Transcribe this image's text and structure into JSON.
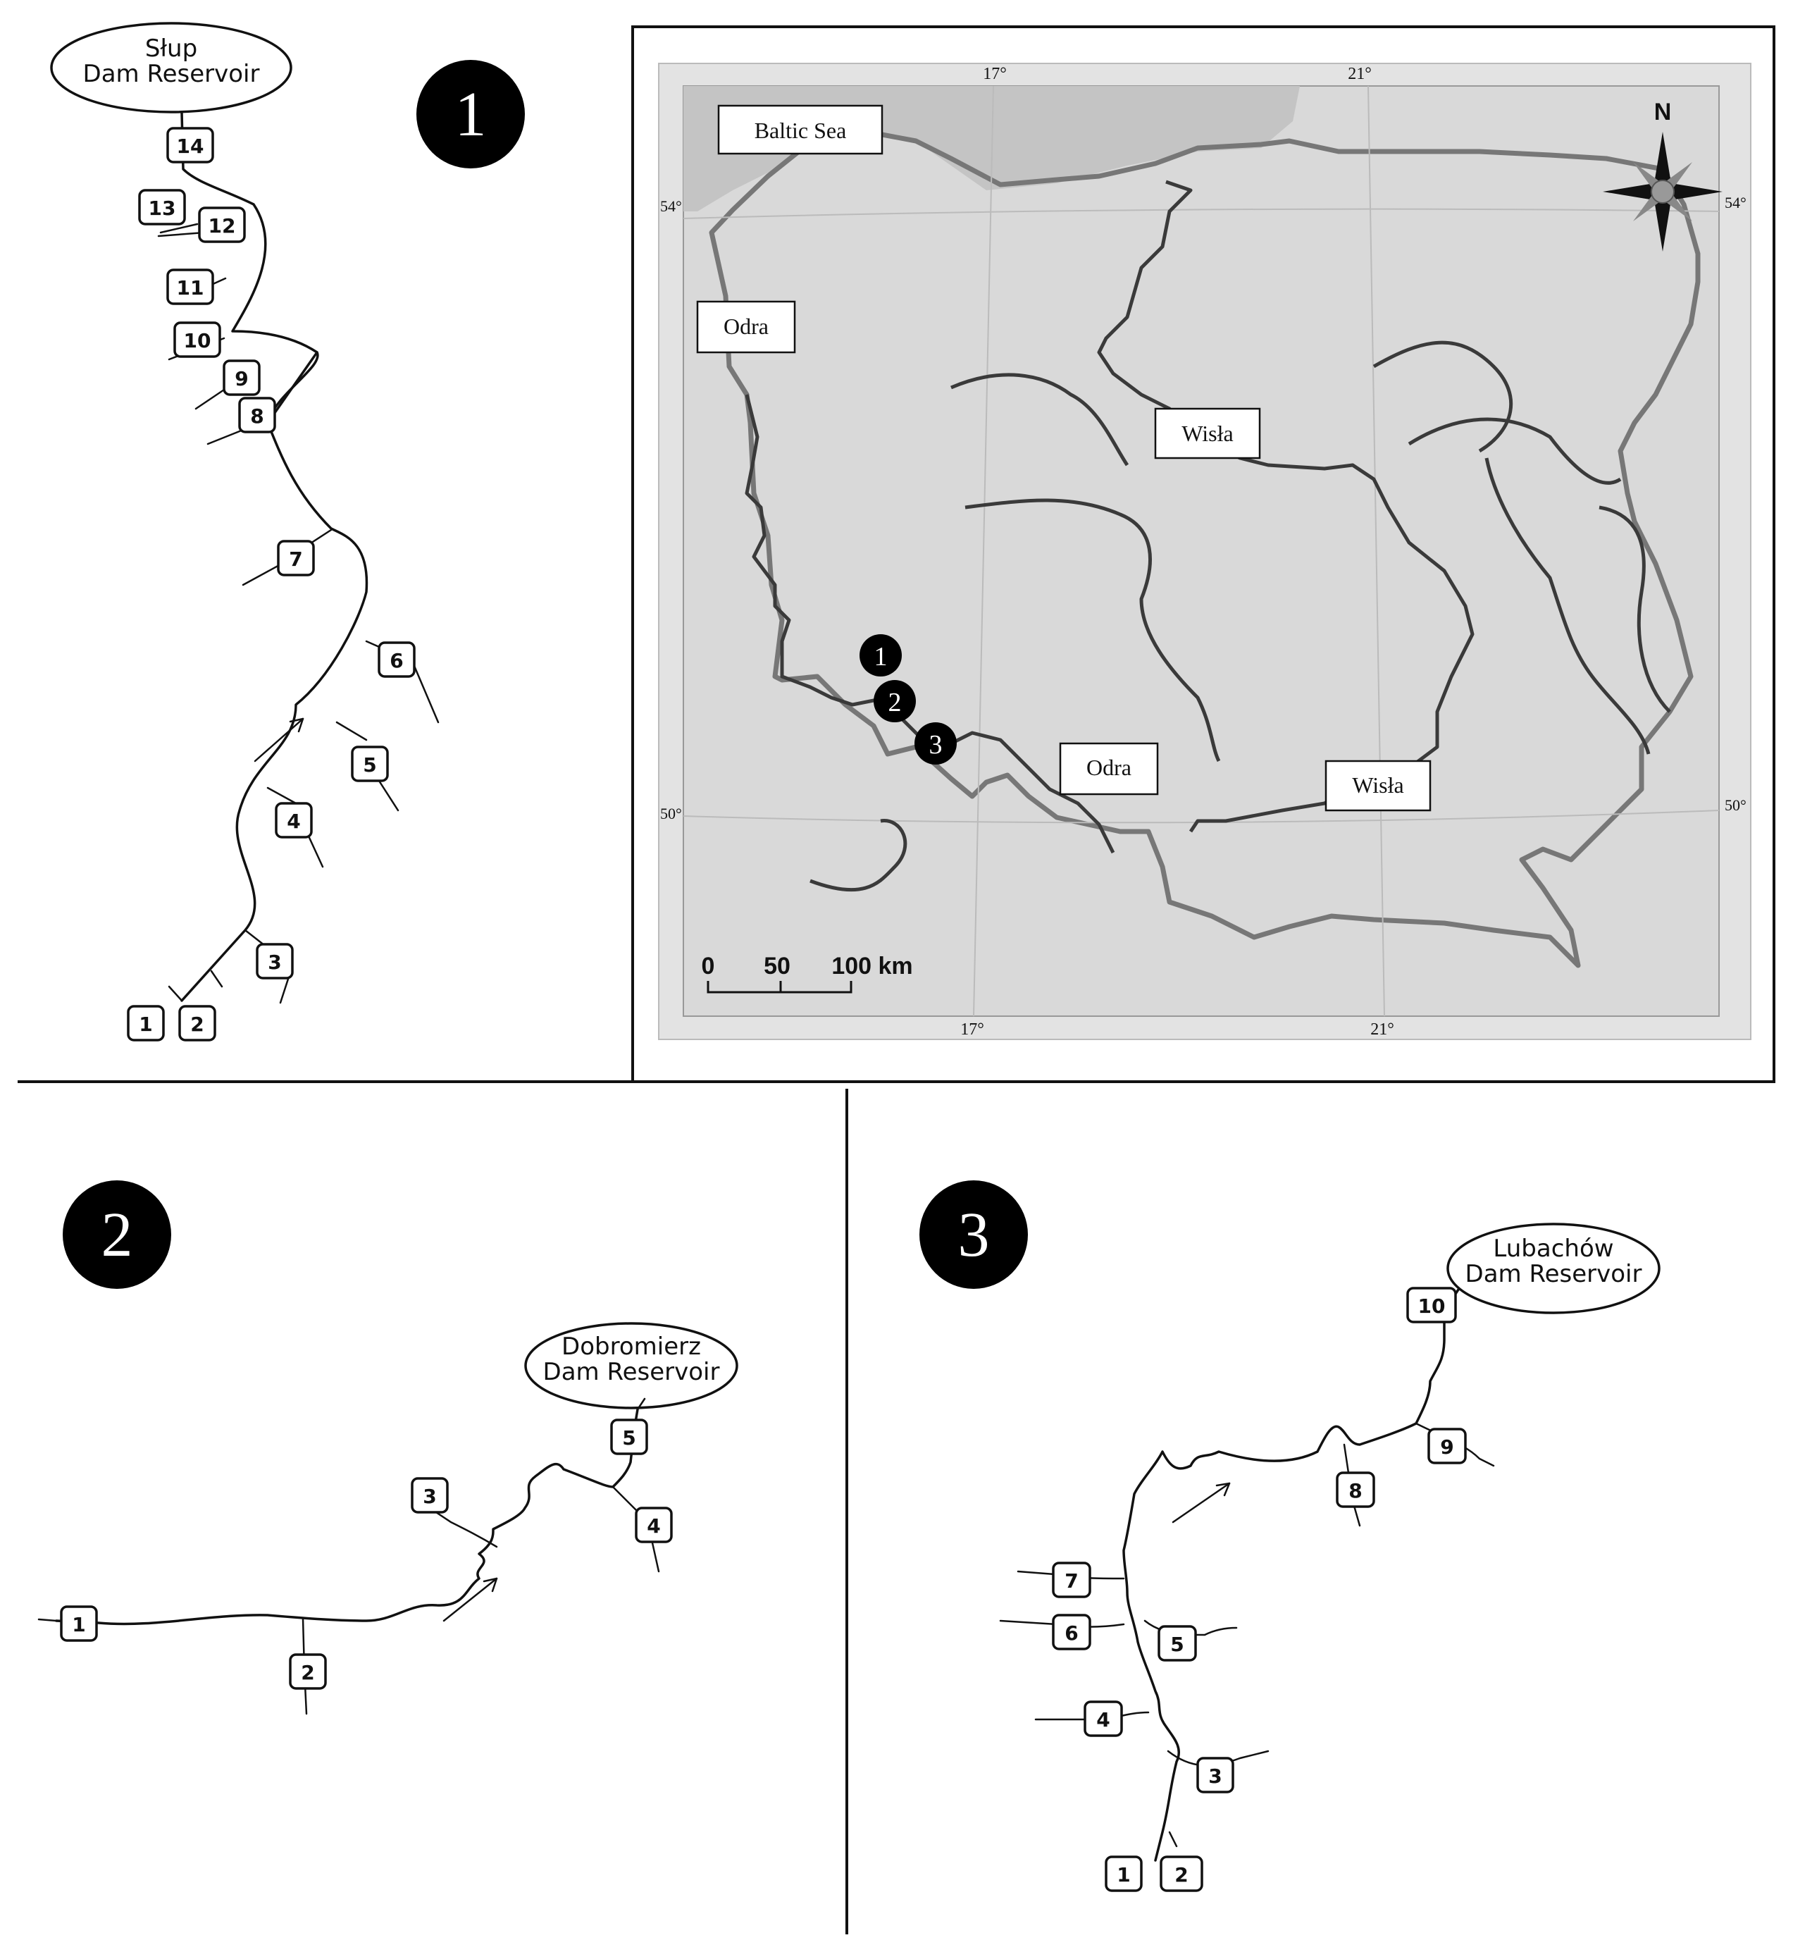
{
  "panel1": {
    "number": "1",
    "reservoir": [
      "Słup",
      "Dam Reservoir"
    ],
    "sites": [
      "1",
      "2",
      "3",
      "4",
      "5",
      "6",
      "7",
      "8",
      "9",
      "10",
      "11",
      "12",
      "13",
      "14"
    ]
  },
  "panel2": {
    "number": "2",
    "reservoir": [
      "Dobromierz",
      "Dam Reservoir"
    ],
    "sites": [
      "1",
      "2",
      "3",
      "4",
      "5"
    ]
  },
  "panel3": {
    "number": "3",
    "reservoir": [
      "Lubachów",
      "Dam Reservoir"
    ],
    "sites": [
      "1",
      "2",
      "3",
      "4",
      "5",
      "6",
      "7",
      "8",
      "9",
      "10"
    ]
  },
  "map": {
    "labels": {
      "sea": "Baltic Sea",
      "odra_north": "Odra",
      "odra_south": "Odra",
      "wisla_north": "Wisła",
      "wisla_south": "Wisła"
    },
    "graticule": {
      "top_lon_17": "17°",
      "top_lon_21": "21°",
      "bottom_lon_17": "17°",
      "bottom_lon_21": "21°",
      "left_lat_54": "54°",
      "right_lat_54": "54°",
      "left_lat_50": "50°",
      "right_lat_50": "50°"
    },
    "compass_label": "N",
    "scale": [
      "0",
      "50",
      "100 km"
    ],
    "markers": [
      "1",
      "2",
      "3"
    ],
    "colors": {
      "sea": "#c4c4c4",
      "land_outside": "#e3e3e3",
      "poland": "#f6f6f6"
    }
  }
}
